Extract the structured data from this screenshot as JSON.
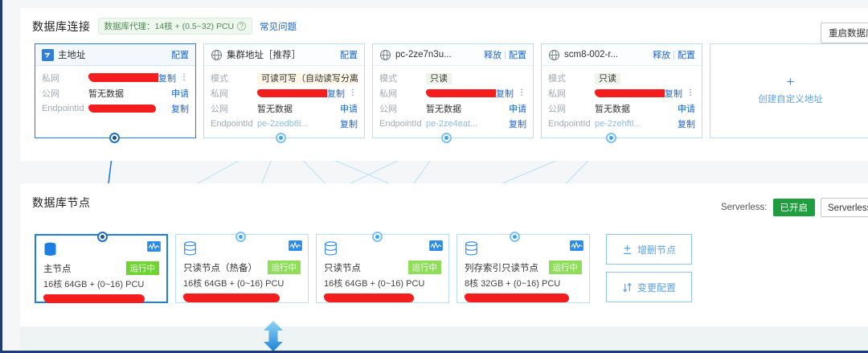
{
  "connection_section": {
    "title": "数据库连接",
    "proxy_badge": "数据库代理：14核 + (0.5~32) PCU",
    "faq_link": "常见问题",
    "restart_button": "重启数据库",
    "labels": {
      "private": "私网",
      "public": "公网",
      "endpoint": "EndpointId",
      "mode": "模式"
    },
    "actions": {
      "configure": "配置",
      "release": "释放",
      "copy": "复制",
      "apply": "申请",
      "more": "⋮"
    },
    "no_data": "暂无数据",
    "cards": [
      {
        "icon": "primary-address-icon",
        "title": "主地址",
        "header_actions": [
          "配置"
        ],
        "mode": null,
        "private": "",
        "public": "暂无数据",
        "endpoint": "",
        "endpoint_redacted": true,
        "private_redacted": true
      },
      {
        "icon": "globe-icon",
        "title": "集群地址［推荐］",
        "header_actions": [
          "配置"
        ],
        "mode": "可读可写（自动读写分离）",
        "mode_style": "rw",
        "private": "",
        "public": "暂无数据",
        "endpoint": "pe-2zedb8i...",
        "endpoint_redacted": false,
        "private_redacted": true
      },
      {
        "icon": "globe-icon",
        "title": "pc-2ze7n3u...",
        "header_actions": [
          "释放",
          "配置"
        ],
        "mode": "只读",
        "mode_style": "ro",
        "private": "",
        "public": "暂无数据",
        "endpoint": "pe-2ze4eat...",
        "endpoint_redacted": false,
        "private_redacted": true
      },
      {
        "icon": "globe-icon",
        "title": "scm8-002-r...",
        "header_actions": [
          "释放",
          "配置"
        ],
        "mode": "只读",
        "mode_style": "ro",
        "private": "",
        "public": "暂无数据",
        "endpoint": "pe-2zehftl...",
        "endpoint_redacted": false,
        "private_redacted": true
      }
    ],
    "add_card": {
      "plus": "+",
      "label": "创建自定义地址"
    }
  },
  "nodes_section": {
    "title": "数据库节点",
    "serverless_label": "Serverless:",
    "serverless_status": "已开启",
    "serverless_button": "Serverless配置",
    "nodes": [
      {
        "name": "主节点",
        "status": "运行中",
        "spec": "16核 64GB + (0~16) PCU",
        "id_redacted": true,
        "is_primary": true
      },
      {
        "name": "只读节点（热备）",
        "status": "运行中",
        "spec": "16核 64GB + (0~16) PCU",
        "id_redacted": true,
        "is_primary": false
      },
      {
        "name": "只读节点",
        "status": "运行中",
        "spec": "16核 64GB + (0~16) PCU",
        "id_redacted": true,
        "is_primary": false
      },
      {
        "name": "列存索引只读节点",
        "status": "运行中",
        "spec": "8核 32GB + (0~16) PCU",
        "id_redacted": true,
        "is_primary": false
      }
    ],
    "operations": [
      {
        "icon": "add-remove-node-icon",
        "label": "增删节点"
      },
      {
        "icon": "change-config-icon",
        "label": "变更配置"
      }
    ]
  },
  "colors": {
    "accent_blue": "#1866d6",
    "primary_border": "#1f7fe0",
    "status_green": "#8ede5a",
    "serverless_green": "#1f9d3f",
    "proxy_badge_bg": "#eef8ee",
    "redaction_red": "#f41d1d"
  }
}
